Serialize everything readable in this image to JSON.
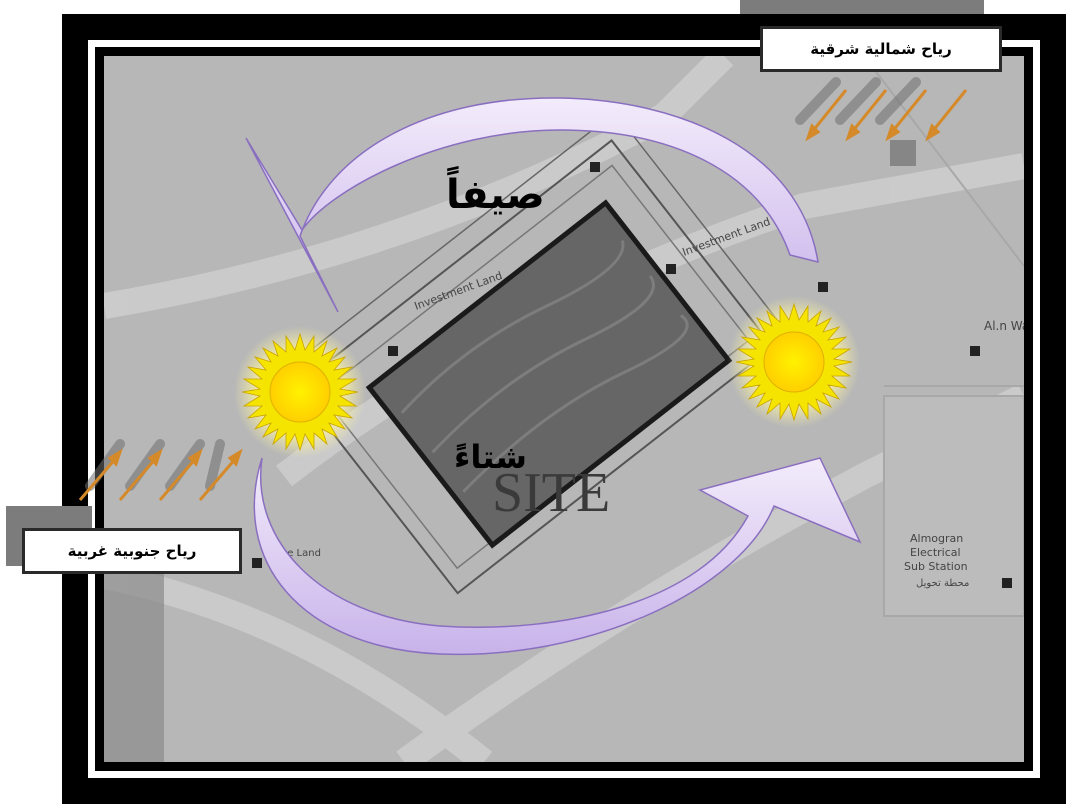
{
  "labels": {
    "northeast_wind": "رياح شمالية شرقية",
    "southwest_wind": "رياح جنوبية غربية",
    "summer": "صيفاً",
    "winter": "شتاءً"
  },
  "map": {
    "site_label": "SITE",
    "investment_land_1": "Investment Land",
    "investment_land_2": "Investment Land",
    "investment_land_3": "Inve Land",
    "substation_line1": "Almogran",
    "substation_line2": "Electrical",
    "substation_line3": "Sub Station",
    "substation_arabic": "محطة تحويل",
    "right_edge_label": "Al.n Wa"
  },
  "colors": {
    "frame": "#000000",
    "map_bg": "#b7b7b7",
    "arrow_fill": "#d9c8f0",
    "arrow_stroke": "#8a6fc0",
    "sun_outer": "#f5e400",
    "sun_inner": "#ffd800",
    "wind_arrow": "#d58a2a"
  },
  "icons": [
    "sun-icon",
    "wind-arrow-icon"
  ]
}
